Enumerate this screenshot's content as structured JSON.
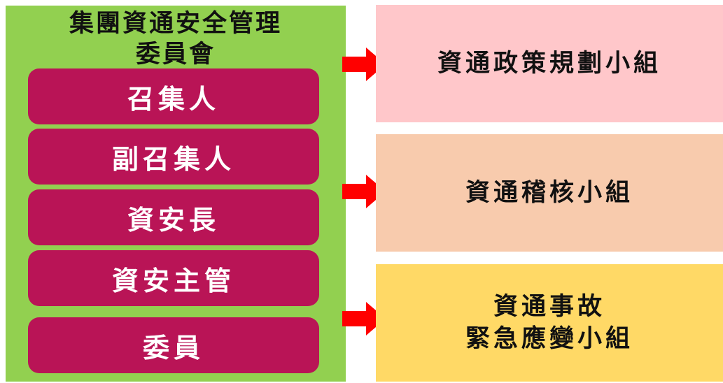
{
  "committee": {
    "title_line1": "集團資通安全管理",
    "title_line2": "委員會",
    "members": [
      {
        "label": "召集人"
      },
      {
        "label": "副召集人"
      },
      {
        "label": "資安長"
      },
      {
        "label": "資安主管"
      },
      {
        "label": "委員"
      }
    ]
  },
  "groups": [
    {
      "line1": "資通政策規劃小組",
      "line2": ""
    },
    {
      "line1": "資通稽核小組",
      "line2": ""
    },
    {
      "line1": "資通事故",
      "line2": "緊急應變小組"
    }
  ],
  "colors": {
    "committee_bg": "#92d050",
    "member_bg": "#b91456",
    "arrow": "#ff0000",
    "group_1_bg": "#ffc7ca",
    "group_2_bg": "#f8cbad",
    "group_3_bg": "#ffd966"
  }
}
